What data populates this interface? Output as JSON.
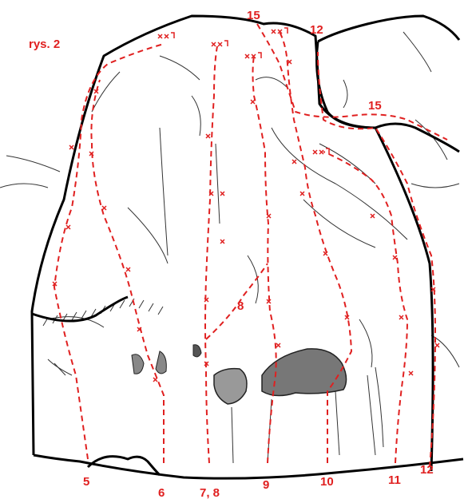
{
  "colors": {
    "route": "#e02020",
    "rock_outline": "#000000",
    "sketch": "#333333",
    "background": "#ffffff"
  },
  "figure_label": "rys. 2",
  "route_labels": {
    "r5": "5",
    "r6": "6",
    "r7_8": "7, 8",
    "r8_mid": "8",
    "r9": "9",
    "r10": "10",
    "r11": "11",
    "r12_bottom": "12",
    "r12_top": "12",
    "r15_top": "15",
    "r15_right": "15"
  }
}
